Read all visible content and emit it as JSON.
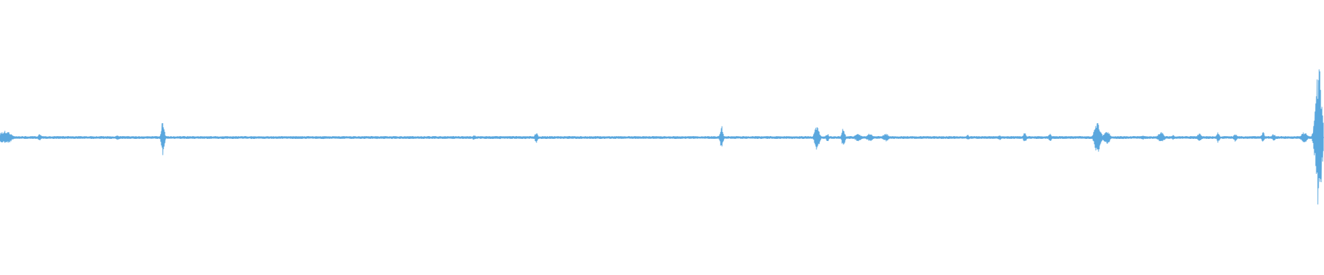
{
  "waveform": {
    "color": "#5aa7de",
    "amplitude_baseline": 0.01,
    "amplitude_max": 0.53,
    "bursts": [
      {
        "position": 0.004,
        "amplitude": 0.05,
        "spread": 0.004
      },
      {
        "position": 0.03,
        "amplitude": 0.03,
        "spread": 0.001
      },
      {
        "position": 0.089,
        "amplitude": 0.02,
        "spread": 0.001
      },
      {
        "position": 0.123,
        "amplitude": 0.13,
        "spread": 0.001
      },
      {
        "position": 0.358,
        "amplitude": 0.02,
        "spread": 0.001
      },
      {
        "position": 0.405,
        "amplitude": 0.04,
        "spread": 0.001
      },
      {
        "position": 0.545,
        "amplitude": 0.09,
        "spread": 0.001
      },
      {
        "position": 0.617,
        "amplitude": 0.1,
        "spread": 0.0015
      },
      {
        "position": 0.625,
        "amplitude": 0.03,
        "spread": 0.001
      },
      {
        "position": 0.637,
        "amplitude": 0.08,
        "spread": 0.001
      },
      {
        "position": 0.648,
        "amplitude": 0.03,
        "spread": 0.002
      },
      {
        "position": 0.657,
        "amplitude": 0.03,
        "spread": 0.002
      },
      {
        "position": 0.669,
        "amplitude": 0.03,
        "spread": 0.002
      },
      {
        "position": 0.731,
        "amplitude": 0.02,
        "spread": 0.001
      },
      {
        "position": 0.755,
        "amplitude": 0.02,
        "spread": 0.001
      },
      {
        "position": 0.774,
        "amplitude": 0.04,
        "spread": 0.001
      },
      {
        "position": 0.793,
        "amplitude": 0.03,
        "spread": 0.001
      },
      {
        "position": 0.829,
        "amplitude": 0.12,
        "spread": 0.002
      },
      {
        "position": 0.836,
        "amplitude": 0.05,
        "spread": 0.002
      },
      {
        "position": 0.863,
        "amplitude": 0.02,
        "spread": 0.001
      },
      {
        "position": 0.877,
        "amplitude": 0.04,
        "spread": 0.002
      },
      {
        "position": 0.886,
        "amplitude": 0.02,
        "spread": 0.001
      },
      {
        "position": 0.906,
        "amplitude": 0.03,
        "spread": 0.0015
      },
      {
        "position": 0.92,
        "amplitude": 0.04,
        "spread": 0.001
      },
      {
        "position": 0.933,
        "amplitude": 0.03,
        "spread": 0.001
      },
      {
        "position": 0.954,
        "amplitude": 0.04,
        "spread": 0.001
      },
      {
        "position": 0.962,
        "amplitude": 0.03,
        "spread": 0.001
      },
      {
        "position": 0.985,
        "amplitude": 0.04,
        "spread": 0.002
      },
      {
        "position": 0.996,
        "amplitude": 0.53,
        "spread": 0.002
      }
    ]
  }
}
